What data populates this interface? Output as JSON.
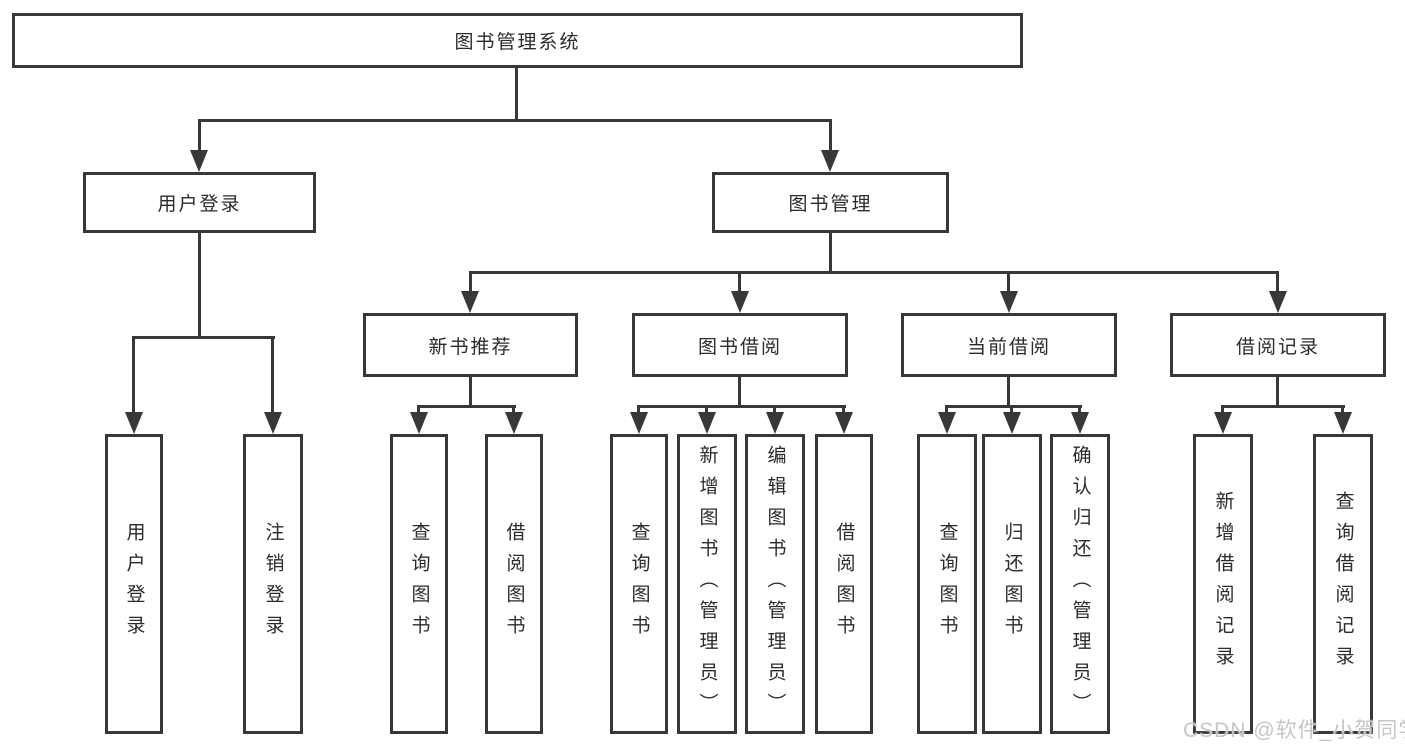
{
  "diagram": {
    "title": "图书管理系统",
    "level2": {
      "user_login": "用户登录",
      "book_mgmt": "图书管理"
    },
    "level3": [
      "新书推荐",
      "图书借阅",
      "当前借阅",
      "借阅记录"
    ],
    "user_login_children": [
      "用户登录",
      "注销登录"
    ],
    "recommend_children": [
      "查询图书",
      "借阅图书"
    ],
    "borrow_children": [
      "查询图书",
      "新增图书（管理员）",
      "编辑图书（管理员）",
      "借阅图书"
    ],
    "current_children": [
      "查询图书",
      "归还图书",
      "确认归还（管理员）"
    ],
    "record_children": [
      "新增借阅记录",
      "查询借阅记录"
    ],
    "colors": {
      "line": "#383838",
      "text": "#2b2b2b",
      "watermark": "#c3c7ca",
      "background": "#ffffff"
    }
  },
  "watermark": {
    "text": "CSDN @软件_小贺同学"
  }
}
